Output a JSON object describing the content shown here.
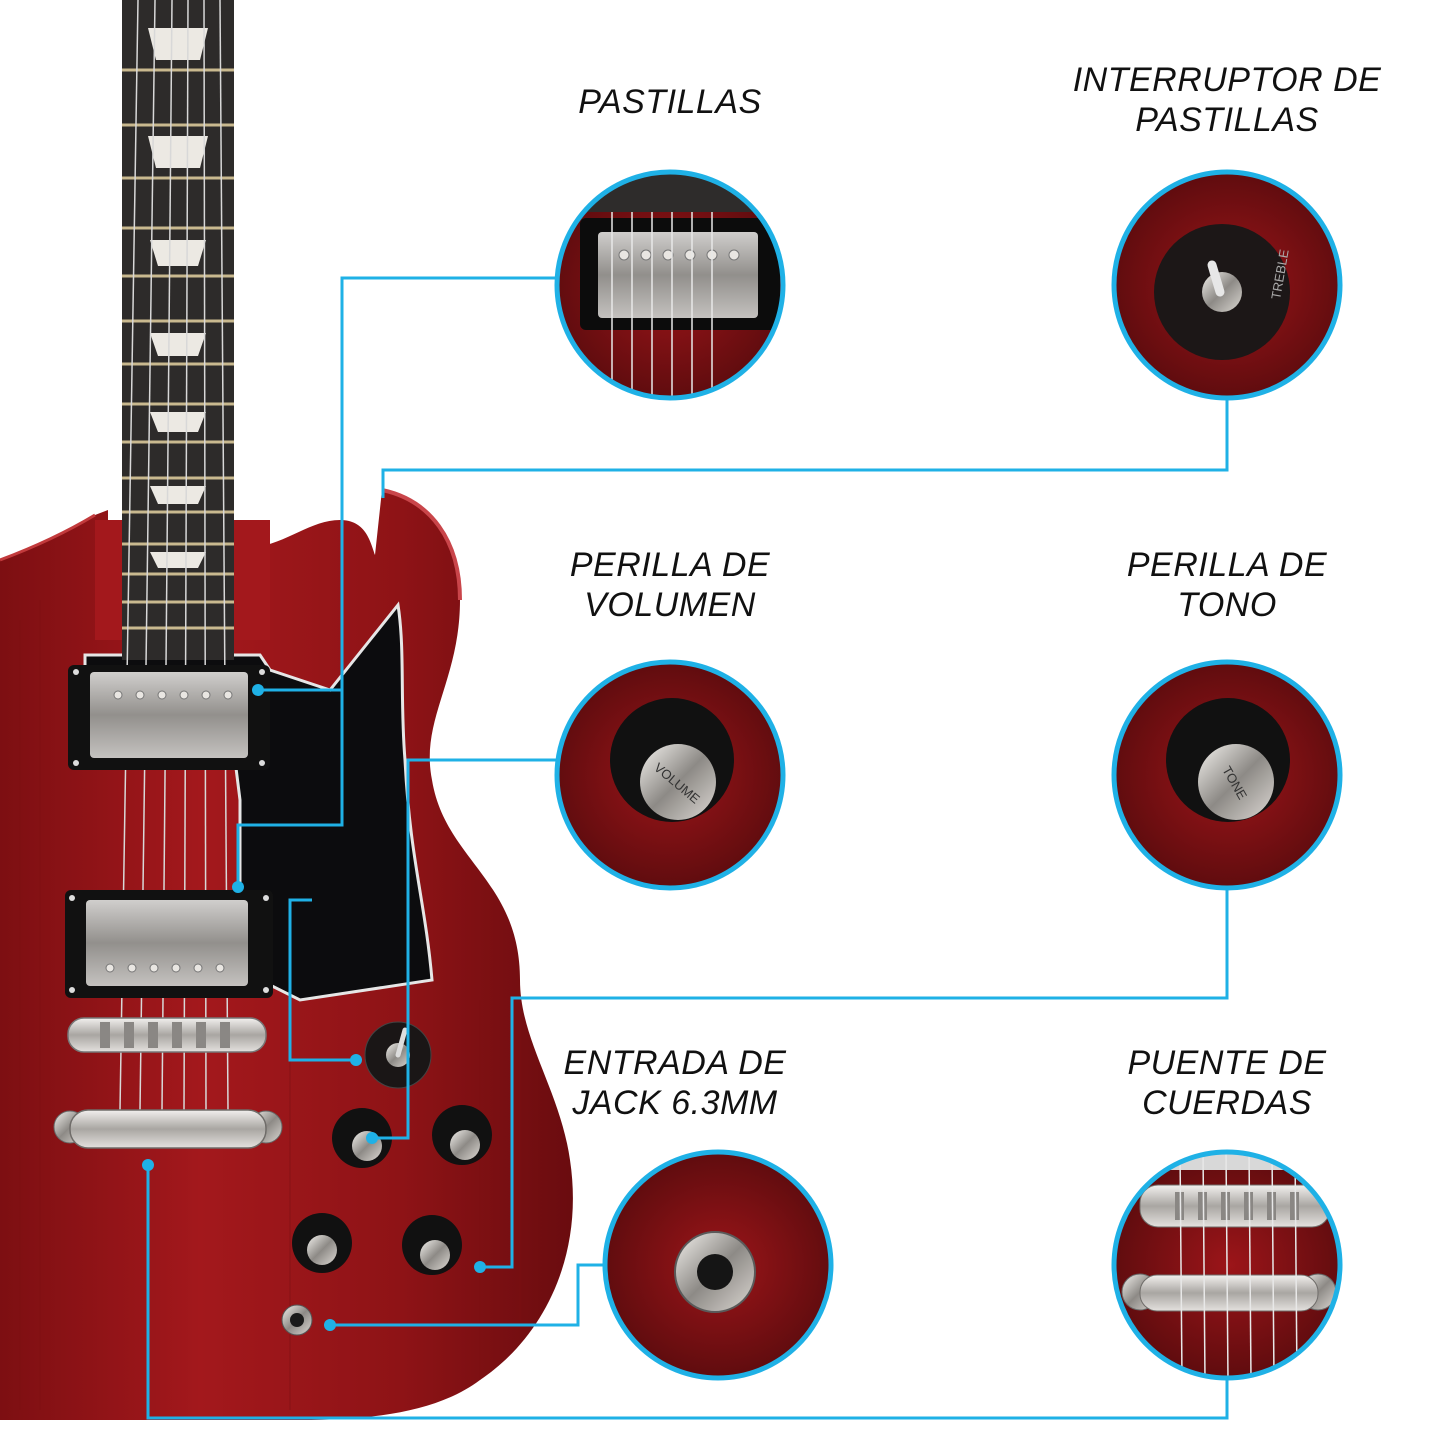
{
  "colors": {
    "accent": "#1fb1e6",
    "guitar_body": "#9a1418",
    "guitar_body_dark": "#5e0b0e",
    "pickguard": "#0d0d0f",
    "fretboard": "#2e2c2c",
    "chrome": "#c9c6c2"
  },
  "labels": {
    "pastillas": {
      "line1": "PASTILLAS",
      "line2": ""
    },
    "interruptor": {
      "line1": "INTERRUPTOR DE",
      "line2": "PASTILLAS"
    },
    "volumen": {
      "line1": "PERILLA DE",
      "line2": "VOLUMEN"
    },
    "tono": {
      "line1": "PERILLA DE",
      "line2": "TONO"
    },
    "jack": {
      "line1": "ENTRADA DE",
      "line2": "JACK 6.3MM"
    },
    "puente": {
      "line1": "PUENTE DE",
      "line2": "CUERDAS"
    }
  },
  "knob_text": {
    "volume": "VOLUME",
    "tone": "TONE",
    "treble": "TREBLE"
  }
}
